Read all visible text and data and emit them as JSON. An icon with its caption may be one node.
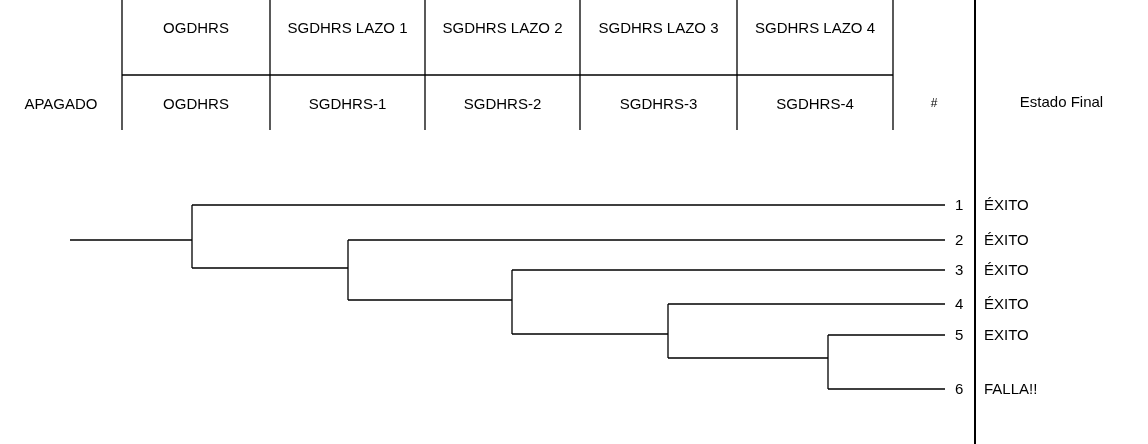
{
  "diagram": {
    "labels": [
      "OGDHRS",
      "SGDHRS LAZO 1",
      "SGDHRS LAZO 2",
      "SGDHRS LAZO 3",
      "SGDHRS LAZO 4",
      "APAGADO",
      "OGDHRS",
      "SGDHRS-1",
      "SGDHRS-2",
      "SGDHRS-3",
      "SGDHRS-4",
      "#",
      "Estado Final",
      "1",
      "ÉXITO",
      "2",
      "ÉXITO",
      "3",
      "ÉXITO",
      "4",
      "ÉXITO",
      "5",
      "EXITO",
      "6",
      "FALLA!!"
    ]
  }
}
